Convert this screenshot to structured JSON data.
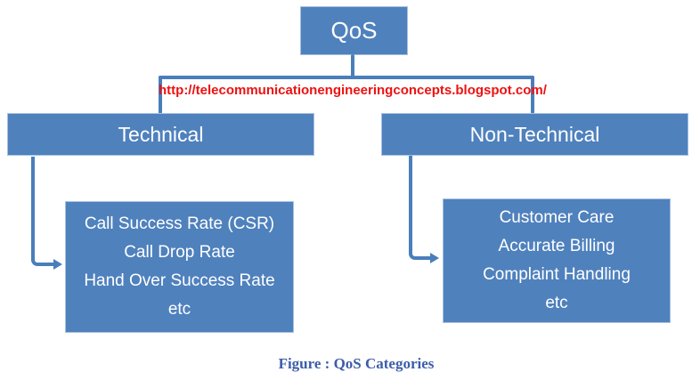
{
  "diagram": {
    "root": {
      "label": "QoS"
    },
    "url_banner": "http://telecommunicationengineeringconcepts.blogspot.com/",
    "branches": [
      {
        "label": "Technical",
        "items": [
          "Call Success Rate (CSR)",
          "Call Drop Rate",
          "Hand Over Success Rate",
          "etc"
        ]
      },
      {
        "label": "Non-Technical",
        "items": [
          "Customer Care",
          "Accurate Billing",
          "Complaint Handling",
          "etc"
        ]
      }
    ],
    "caption": "Figure : QoS Categories",
    "colors": {
      "node_fill": "#4f81bd",
      "node_border": "#a7c1e0",
      "node_text": "#ffffff",
      "connector": "#4a7ebb",
      "url_text": "#ee1111",
      "caption_text": "#3d5da8",
      "background": "#ffffff"
    }
  }
}
